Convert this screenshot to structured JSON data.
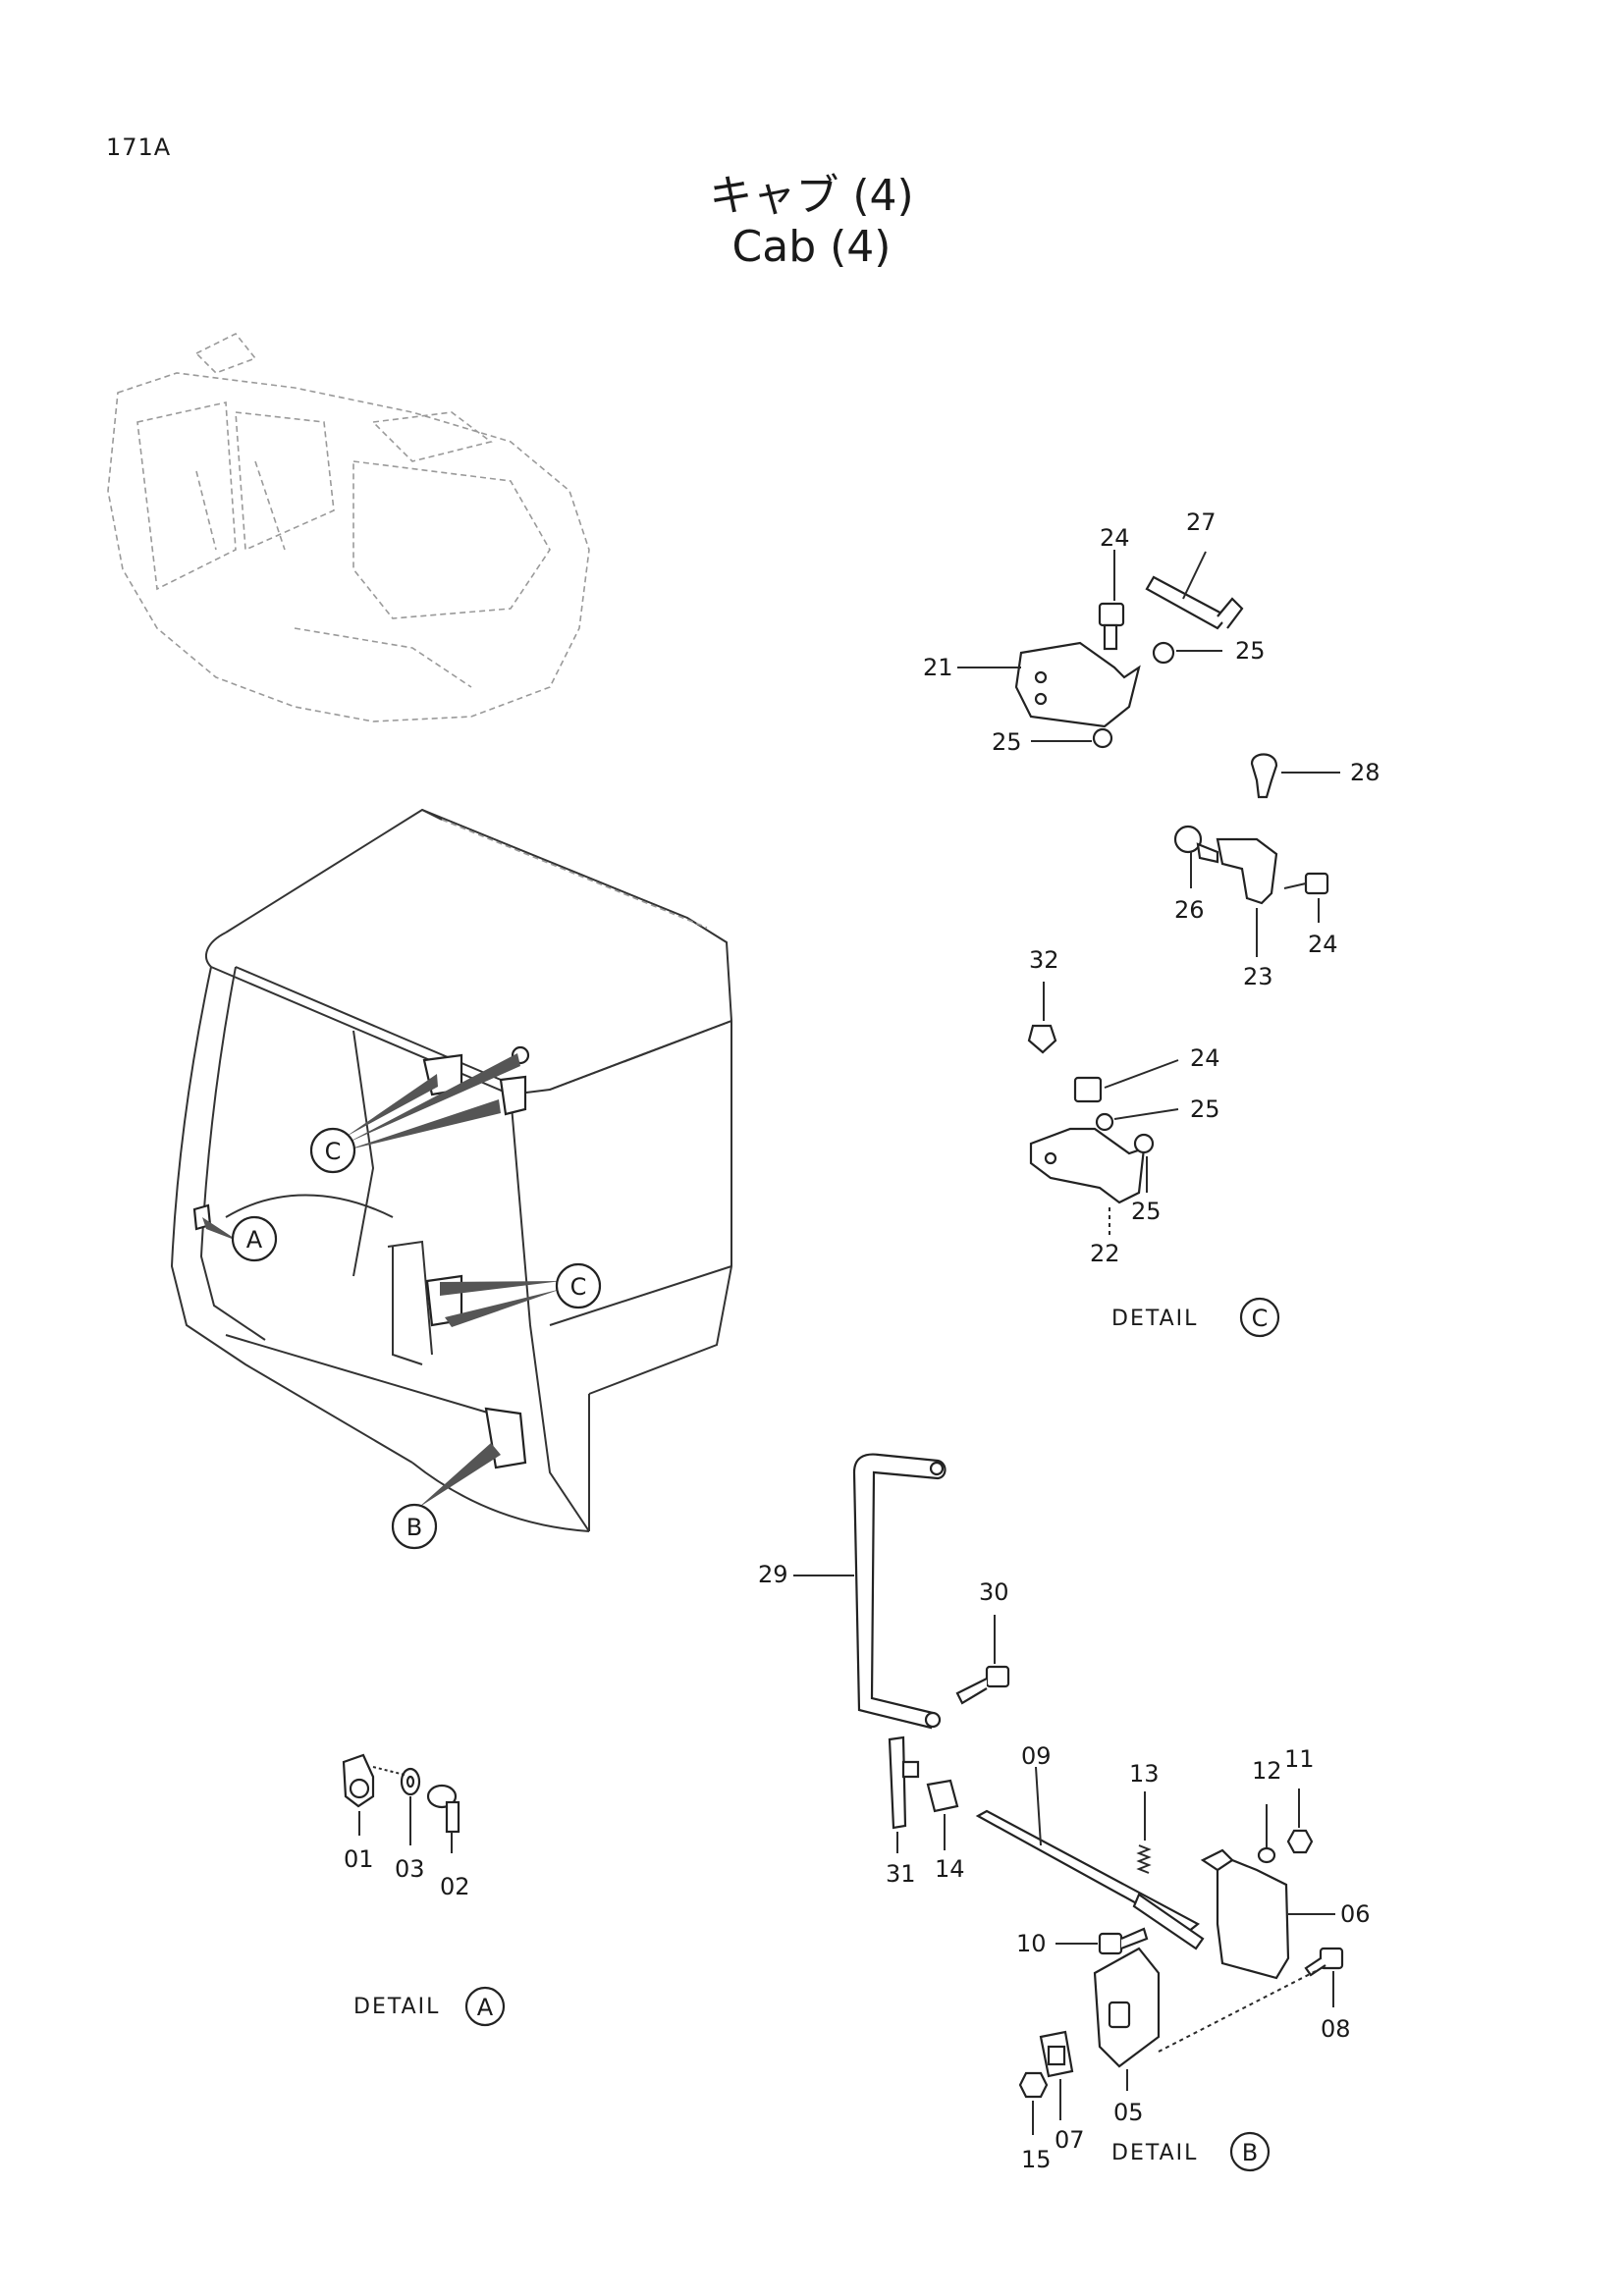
{
  "header": {
    "page_code": "171A",
    "title_jp": "キャブ (4)",
    "title_en": "Cab (4)"
  },
  "callouts": {
    "A": "A",
    "B": "B",
    "C1": "C",
    "C2": "C"
  },
  "details": {
    "a_label": "DETAIL",
    "a_letter": "A",
    "b_label": "DETAIL",
    "b_letter": "B",
    "c_label": "DETAIL",
    "c_letter": "C"
  },
  "part_numbers": {
    "p01": "01",
    "p02": "02",
    "p03": "03",
    "p05": "05",
    "p06": "06",
    "p07": "07",
    "p08": "08",
    "p09": "09",
    "p10": "10",
    "p11": "11",
    "p12": "12",
    "p13": "13",
    "p14": "14",
    "p15": "15",
    "p21": "21",
    "p22": "22",
    "p23": "23",
    "p24a": "24",
    "p24b": "24",
    "p24c": "24",
    "p25a": "25",
    "p25b": "25",
    "p25c": "25",
    "p25d": "25",
    "p26": "26",
    "p27": "27",
    "p28": "28",
    "p29": "29",
    "p30": "30",
    "p31": "31",
    "p32": "32"
  }
}
